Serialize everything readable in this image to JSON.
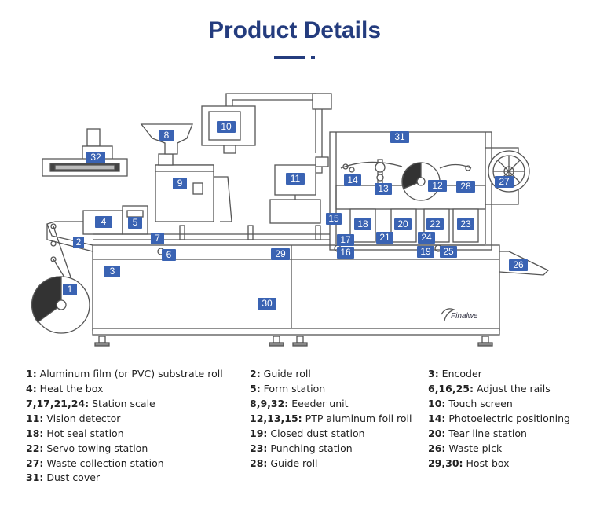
{
  "header": {
    "title": "Product Details"
  },
  "brand": {
    "name": "Finalwe"
  },
  "callouts": [
    "1",
    "2",
    "3",
    "4",
    "5",
    "6",
    "7",
    "8",
    "9",
    "10",
    "11",
    "12",
    "13",
    "14",
    "15",
    "16",
    "17",
    "18",
    "19",
    "20",
    "21",
    "22",
    "23",
    "24",
    "25",
    "26",
    "27",
    "28",
    "29",
    "30",
    "31",
    "32"
  ],
  "legend": [
    {
      "key": "1:",
      "text": " Aluminum film (or PVC) substrate roll"
    },
    {
      "key": "2:",
      "text": " Guide roll"
    },
    {
      "key": "3:",
      "text": " Encoder"
    },
    {
      "key": "4:",
      "text": " Heat the box"
    },
    {
      "key": "5:",
      "text": " Form station"
    },
    {
      "key": "6,16,25:",
      "text": " Adjust the rails"
    },
    {
      "key": "7,17,21,24:",
      "text": " Station scale"
    },
    {
      "key": "8,9,32:",
      "text": " Eeeder unit"
    },
    {
      "key": "10:",
      "text": " Touch screen"
    },
    {
      "key": "11:",
      "text": " Vision detector"
    },
    {
      "key": "12,13,15:",
      "text": " PTP aluminum foil roll"
    },
    {
      "key": "14:",
      "text": " Photoelectric positioning"
    },
    {
      "key": "18:",
      "text": " Hot seal station"
    },
    {
      "key": "19:",
      "text": " Closed dust station"
    },
    {
      "key": "20:",
      "text": " Tear line station"
    },
    {
      "key": "22:",
      "text": " Servo towing station"
    },
    {
      "key": "23:",
      "text": " Punching station"
    },
    {
      "key": "26:",
      "text": " Waste pick"
    },
    {
      "key": "27:",
      "text": " Waste collection station"
    },
    {
      "key": "28:",
      "text": " Guide roll"
    },
    {
      "key": "29,30:",
      "text": " Host box"
    },
    {
      "key": "31:",
      "text": " Dust cover"
    }
  ]
}
